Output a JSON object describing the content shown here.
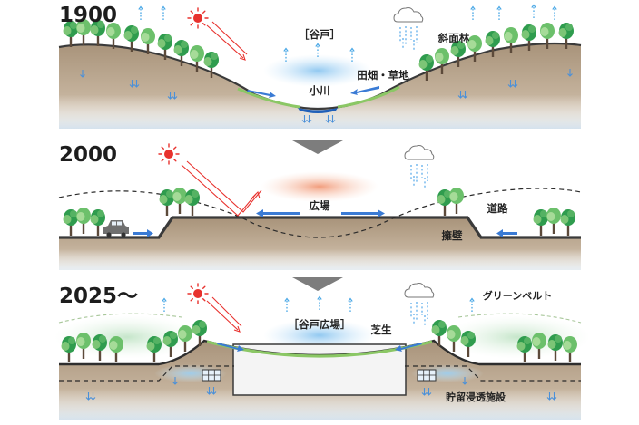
{
  "panels": [
    {
      "year": "1900",
      "labels": {
        "valley": "［谷戸］",
        "stream": "小川",
        "fields": "田畑・草地",
        "forest": "斜面林"
      }
    },
    {
      "year": "2000",
      "labels": {
        "plaza": "広場",
        "road": "道路",
        "wall": "擁壁"
      }
    },
    {
      "year": "2025〜",
      "labels": {
        "valley_plaza": "［谷戸広場］",
        "lawn": "芝生",
        "greenbelt": "グリーンベルト",
        "storage": "貯留浸透施設"
      }
    }
  ],
  "colors": {
    "soil": "#b49f86",
    "soil_dark": "#8f7a63",
    "tree_dark": "#2e9a4d",
    "tree_light": "#7cc576",
    "water_blue": "#3a7bd5",
    "sun": "#e8322e",
    "heat_glow": "#f3a98b",
    "cool_glow": "#9fd0f3"
  },
  "icons": [
    "sun-icon",
    "cloud-rain-icon",
    "tree-icon",
    "car-icon",
    "storage-tank-icon",
    "down-arrow-icon"
  ]
}
